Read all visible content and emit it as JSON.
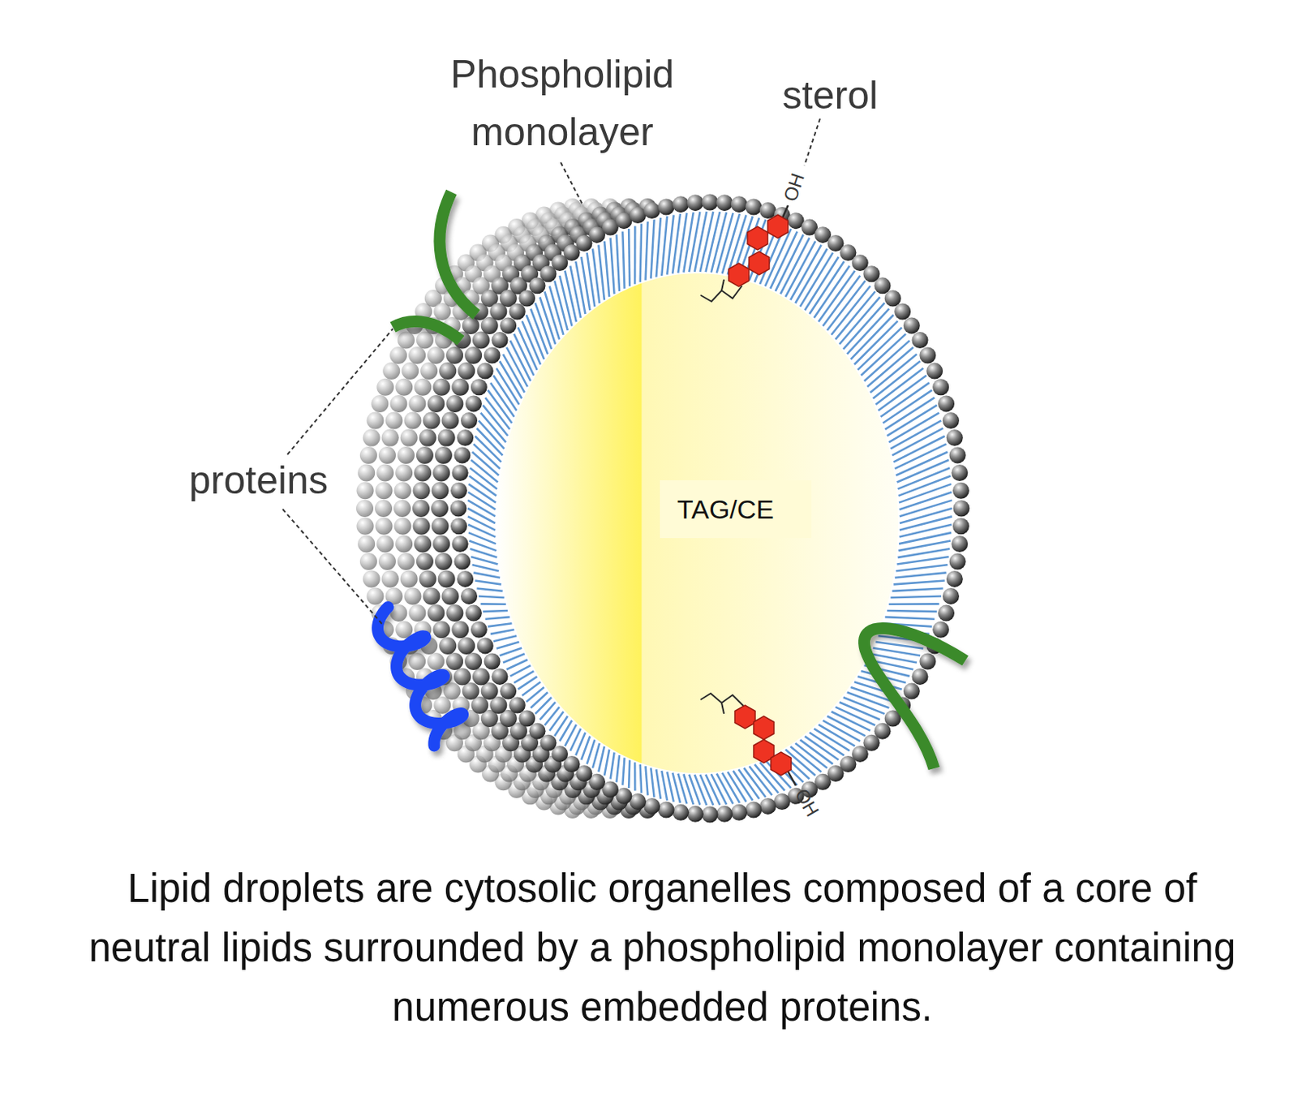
{
  "diagram": {
    "caption": "Lipid droplets are cytosolic organelles composed of a core of neutral lipids surrounded by a phospholipid monolayer containing numerous embedded proteins.",
    "nodes": [
      {
        "text": [
          "TAG/CE"
        ]
      }
    ],
    "labels": [
      "Phospholipid monolayer",
      "sterol",
      "OH",
      "proteins",
      "OH"
    ]
  }
}
